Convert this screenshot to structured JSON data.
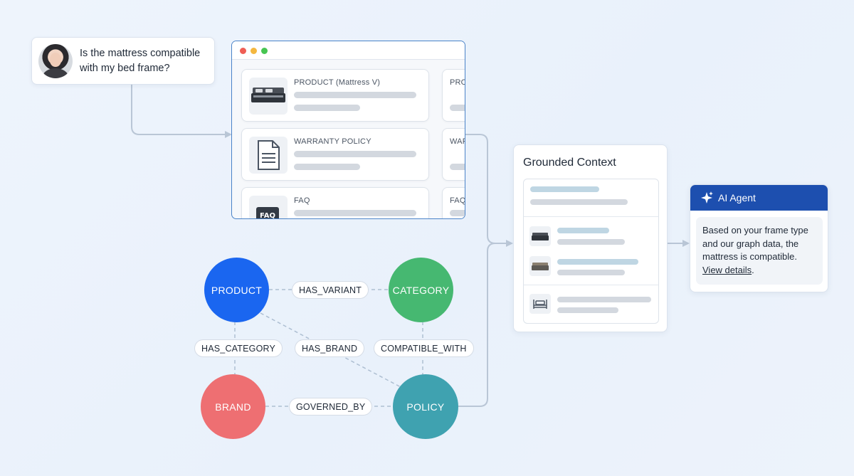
{
  "question": {
    "text": "Is the mattress compatible with my bed frame?"
  },
  "browser": {
    "cards": [
      {
        "title": "PRODUCT (Mattress V)",
        "icon": "mattress-icon"
      },
      {
        "title": "WARRANTY POLICY",
        "icon": "document-icon"
      },
      {
        "title": "FAQ",
        "icon": "faq-icon",
        "icon_text": "FAQ"
      }
    ],
    "clipped_cards": [
      {
        "title": "PRO"
      },
      {
        "title": "WAR"
      },
      {
        "title": "FAQ"
      }
    ]
  },
  "grounded": {
    "title": "Grounded Context"
  },
  "agent": {
    "title": "AI Agent",
    "icon": "sparkle-icon",
    "message": "Based on your frame type and our graph data, the mattress is compatible.",
    "link": "View details",
    "link_suffix": ".",
    "header_color": "#1d4faf"
  },
  "graph": {
    "nodes": [
      {
        "label": "PRODUCT",
        "color": "#1a66f0"
      },
      {
        "label": "CATEGORY",
        "color": "#46b871"
      },
      {
        "label": "BRAND",
        "color": "#ee6f72"
      },
      {
        "label": "POLICY",
        "color": "#3fa2b0"
      }
    ],
    "edges": [
      {
        "label": "HAS_VARIANT"
      },
      {
        "label": "HAS_CATEGORY"
      },
      {
        "label": "HAS_BRAND"
      },
      {
        "label": "COMPATIBLE_WITH"
      },
      {
        "label": "GOVERNED_BY"
      }
    ]
  }
}
